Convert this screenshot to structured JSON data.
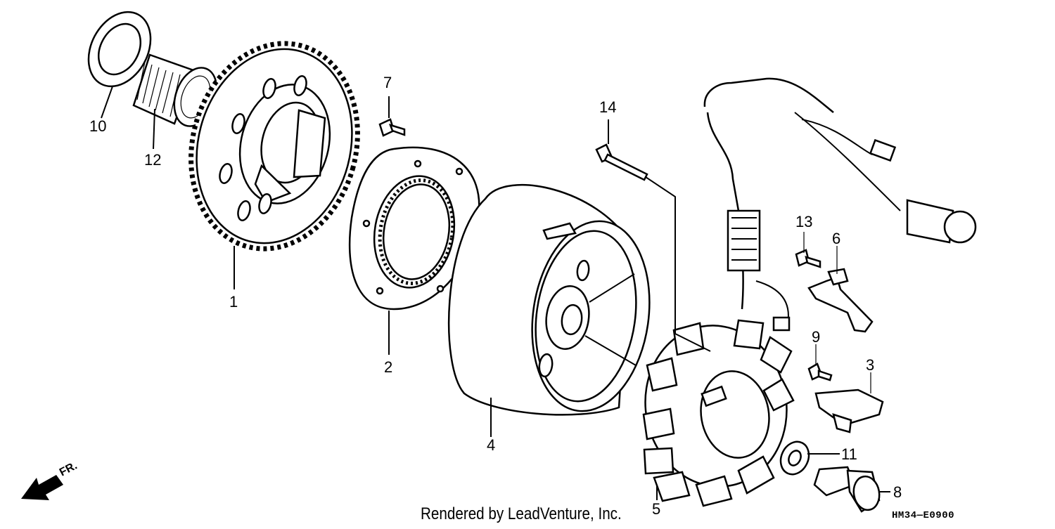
{
  "diagram": {
    "labels": {
      "p1": "1",
      "p2": "2",
      "p3": "3",
      "p4": "4",
      "p5": "5",
      "p6": "6",
      "p7": "7",
      "p8": "8",
      "p9": "9",
      "p10": "10",
      "p11": "11",
      "p12": "12",
      "p13": "13",
      "p14": "14"
    },
    "direction_indicator": "FR.",
    "credit": "Rendered by LeadVenture, Inc.",
    "diagram_code": "HM34—E0900"
  }
}
